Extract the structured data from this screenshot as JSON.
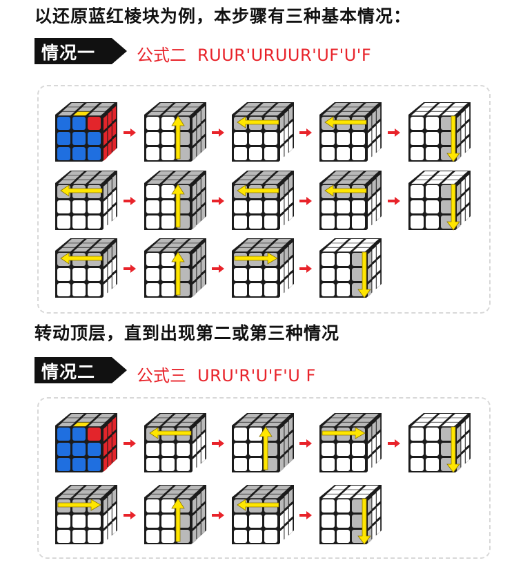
{
  "top_heading": "以还原蓝红棱块为例，本步骤有三种基本情况：",
  "middle_heading": "转动顶层，直到出现第二或第三种情况",
  "cases": [
    {
      "tag": "情况一",
      "formula_name": "公式二",
      "formula": "RUUR'URUUR'UF'U'F",
      "rows": [
        [
          "start-color",
          "arrow-up",
          "arrow-left",
          "arrow-left",
          "arrow-down"
        ],
        [
          "arrow-left",
          "arrow-up",
          "arrow-left",
          "arrow-left",
          "arrow-down"
        ],
        [
          "arrow-left",
          "arrow-up",
          "arrow-right",
          "arrow-down"
        ]
      ]
    },
    {
      "tag": "情况二",
      "formula_name": "公式三",
      "formula": "URU'R'U'F'U F",
      "rows": [
        [
          "start-color",
          "arrow-left",
          "arrow-up",
          "arrow-right",
          "arrow-down"
        ],
        [
          "arrow-right",
          "arrow-up",
          "arrow-left",
          "arrow-down"
        ]
      ]
    }
  ],
  "colors": {
    "formula_red": "#e8232a",
    "tag_black": "#111111",
    "sticker_white": "#ffffff",
    "sticker_gray": "#b9b9b9",
    "sticker_blue": "#1f6fe0",
    "sticker_red": "#e3252b",
    "sticker_yellow": "#ffe10a",
    "move_arrow": "#ffe600",
    "step_arrow": "#e8232a"
  }
}
